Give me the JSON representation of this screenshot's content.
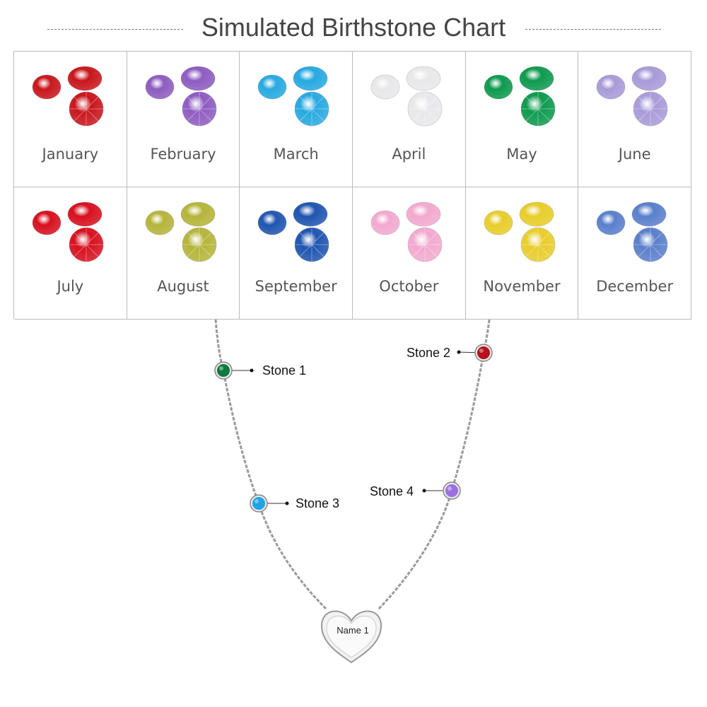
{
  "title": "Simulated Birthstone Chart",
  "months": [
    {
      "label": "January",
      "color": "#c8161d"
    },
    {
      "label": "February",
      "color": "#8e5cc0"
    },
    {
      "label": "March",
      "color": "#27a9e0"
    },
    {
      "label": "April",
      "color": "#e8e8ea"
    },
    {
      "label": "May",
      "color": "#0e9a4e"
    },
    {
      "label": "June",
      "color": "#a99ad8"
    },
    {
      "label": "July",
      "color": "#d7101f"
    },
    {
      "label": "August",
      "color": "#b5b43a"
    },
    {
      "label": "September",
      "color": "#1f55b0"
    },
    {
      "label": "October",
      "color": "#f2a9cf"
    },
    {
      "label": "November",
      "color": "#e8cd2a"
    },
    {
      "label": "December",
      "color": "#5a7fcc"
    }
  ],
  "necklace": {
    "stones": [
      {
        "label": "Stone 1",
        "color": "#0f7a3e"
      },
      {
        "label": "Stone 2",
        "color": "#b5121b"
      },
      {
        "label": "Stone 3",
        "color": "#1fa3e6"
      },
      {
        "label": "Stone 4",
        "color": "#9b6fe0"
      }
    ],
    "pendant_text": "Name 1"
  }
}
